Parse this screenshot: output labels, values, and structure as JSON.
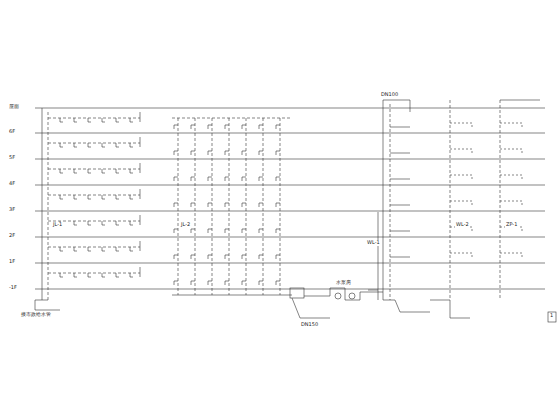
{
  "diagram": {
    "labels": [
      "屋面",
      "6F",
      "5F",
      "4F",
      "3F",
      "2F",
      "1F",
      "-1F",
      "JL-1",
      "JL-2",
      "WL-1",
      "WL-2",
      "ZP-1",
      "DN100",
      "DN150",
      "接市政给水管",
      "水泵房",
      "1"
    ]
  }
}
